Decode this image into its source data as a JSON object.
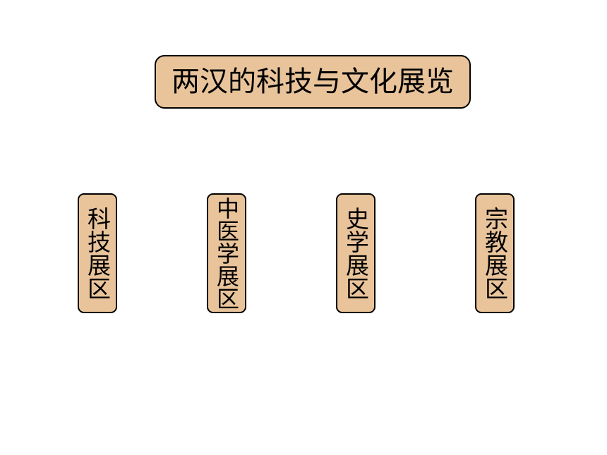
{
  "title": "两汉的科技与文化展览",
  "areas": [
    {
      "label": "科技展区"
    },
    {
      "label": "中医学展区"
    },
    {
      "label": "史学展区"
    },
    {
      "label": "宗教展区"
    }
  ],
  "colors": {
    "box_fill": "#e9c49b",
    "box_border": "#000000",
    "text": "#000000",
    "background": "#ffffff"
  }
}
